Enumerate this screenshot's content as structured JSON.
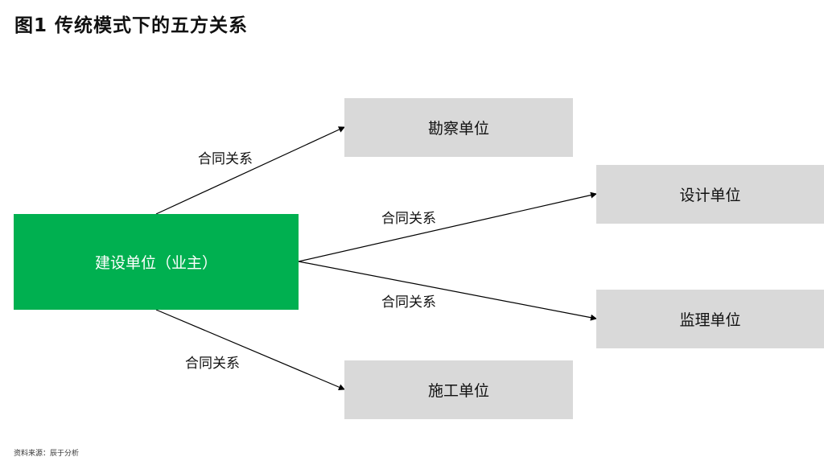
{
  "title": "图1  传统模式下的五方关系",
  "colors": {
    "owner_fill": "#00b050",
    "party_fill": "#d9d9d9",
    "arrow": "#000000"
  },
  "nodes": {
    "owner": "建设单位（业主）",
    "survey": "勘察单位",
    "design": "设计单位",
    "supervise": "监理单位",
    "build": "施工单位"
  },
  "edges": [
    {
      "from": "owner",
      "to": "survey",
      "label": "合同关系"
    },
    {
      "from": "owner",
      "to": "design",
      "label": "合同关系"
    },
    {
      "from": "owner",
      "to": "supervise",
      "label": "合同关系"
    },
    {
      "from": "owner",
      "to": "build",
      "label": "合同关系"
    }
  ],
  "source": "资料来源：辰于分析"
}
